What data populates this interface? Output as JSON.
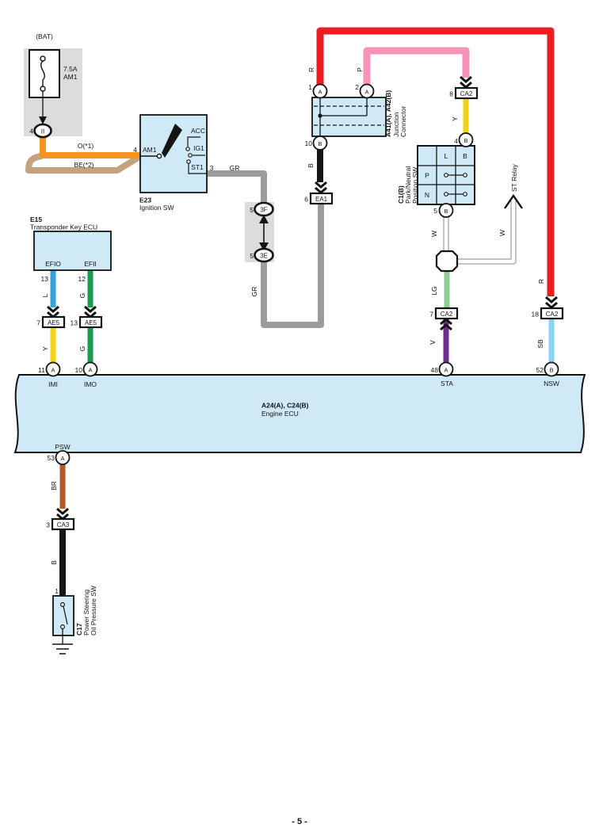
{
  "footer": {
    "page_number": "- 5 -"
  },
  "colors": {
    "component_fill": "#cfe9f7",
    "panel_gray": "#dcdcdc",
    "outline": "#141414",
    "wire_red": "#ec1c24",
    "wire_pink": "#f593bb",
    "wire_orange": "#f6921e",
    "wire_tan": "#c4a27e",
    "wire_gray": "#9c9c9c",
    "wire_black": "#161616",
    "wire_blue": "#35a3dc",
    "wire_green": "#149e4d",
    "wire_yellow": "#f3d117",
    "wire_lightgreen": "#8ccc8f",
    "wire_purple": "#6f2c91",
    "wire_skyblue": "#85d7f5",
    "wire_brown": "#b05a28",
    "wire_white": "#ffffff",
    "wire_white_outline": "#b0b0b0"
  },
  "pin_letters": {
    "a": "A",
    "b": "B"
  },
  "wire_labels": {
    "r": "R",
    "p": "P",
    "b": "B",
    "gr": "GR",
    "l": "L",
    "g": "G",
    "y": "Y",
    "lg": "LG",
    "v": "V",
    "sb": "SB",
    "br": "BR",
    "w": "W",
    "o": "O(*1)",
    "be": "BE(*2)"
  },
  "battery": {
    "title": "(BAT)",
    "fuse_rating": "7.5A",
    "fuse_name": "AM1",
    "pin": "4",
    "terminal": "II"
  },
  "ignition": {
    "code": "E23",
    "name": "Ignition SW",
    "pin_am1": "4",
    "am1": "AM1",
    "acc": "ACC",
    "ig1": "IG1",
    "st1": "ST1",
    "pin_st1": "3"
  },
  "shield_connector": {
    "pin_3f": "5",
    "label_3f": "3F",
    "pin_3e": "5",
    "label_3e": "3E"
  },
  "transponder": {
    "code": "E15",
    "name": "Transponder Key ECU",
    "efio": "EFIO",
    "efii": "EFII",
    "pin_efio": "13",
    "pin_efii": "12",
    "ae5_left_pin": "7",
    "ae5_left": "AE5",
    "ae5_right_pin": "13",
    "ae5_right": "AE5"
  },
  "junction_connector": {
    "code": "A41(A), A42(B)",
    "name_line1": "Junction",
    "name_line2": "Connector",
    "pin1": "1",
    "pin2": "2",
    "pin10": "10"
  },
  "ea1": {
    "pin": "6",
    "label": "EA1"
  },
  "ca2_yellow": {
    "pin": "8",
    "label": "CA2"
  },
  "pnp_switch": {
    "code": "C1(B)",
    "name_line1": "Park/Neutral",
    "name_line2": "Position SW",
    "pin4": "4",
    "pin5": "5",
    "cells": {
      "l": "L",
      "b": "B",
      "p": "P",
      "n": "N"
    }
  },
  "st_relay": {
    "label": "ST Relay"
  },
  "ca2_sta": {
    "pin": "7",
    "label": "CA2"
  },
  "ca2_nsw": {
    "pin": "18",
    "label": "CA2"
  },
  "ecu": {
    "code": "A24(A), C24(B)",
    "name": "Engine ECU",
    "pin_imi": "11",
    "imi": "IMI",
    "pin_imo": "10",
    "imo": "IMO",
    "pin_sta": "48",
    "sta": "STA",
    "pin_nsw": "52",
    "nsw": "NSW",
    "pin_psw": "53",
    "psw": "PSW"
  },
  "ca3": {
    "pin": "3",
    "label": "CA3"
  },
  "ps_switch": {
    "code": "C17",
    "name_line1": "Power Steering",
    "name_line2": "Oil Pressure SW",
    "pin": "1"
  }
}
